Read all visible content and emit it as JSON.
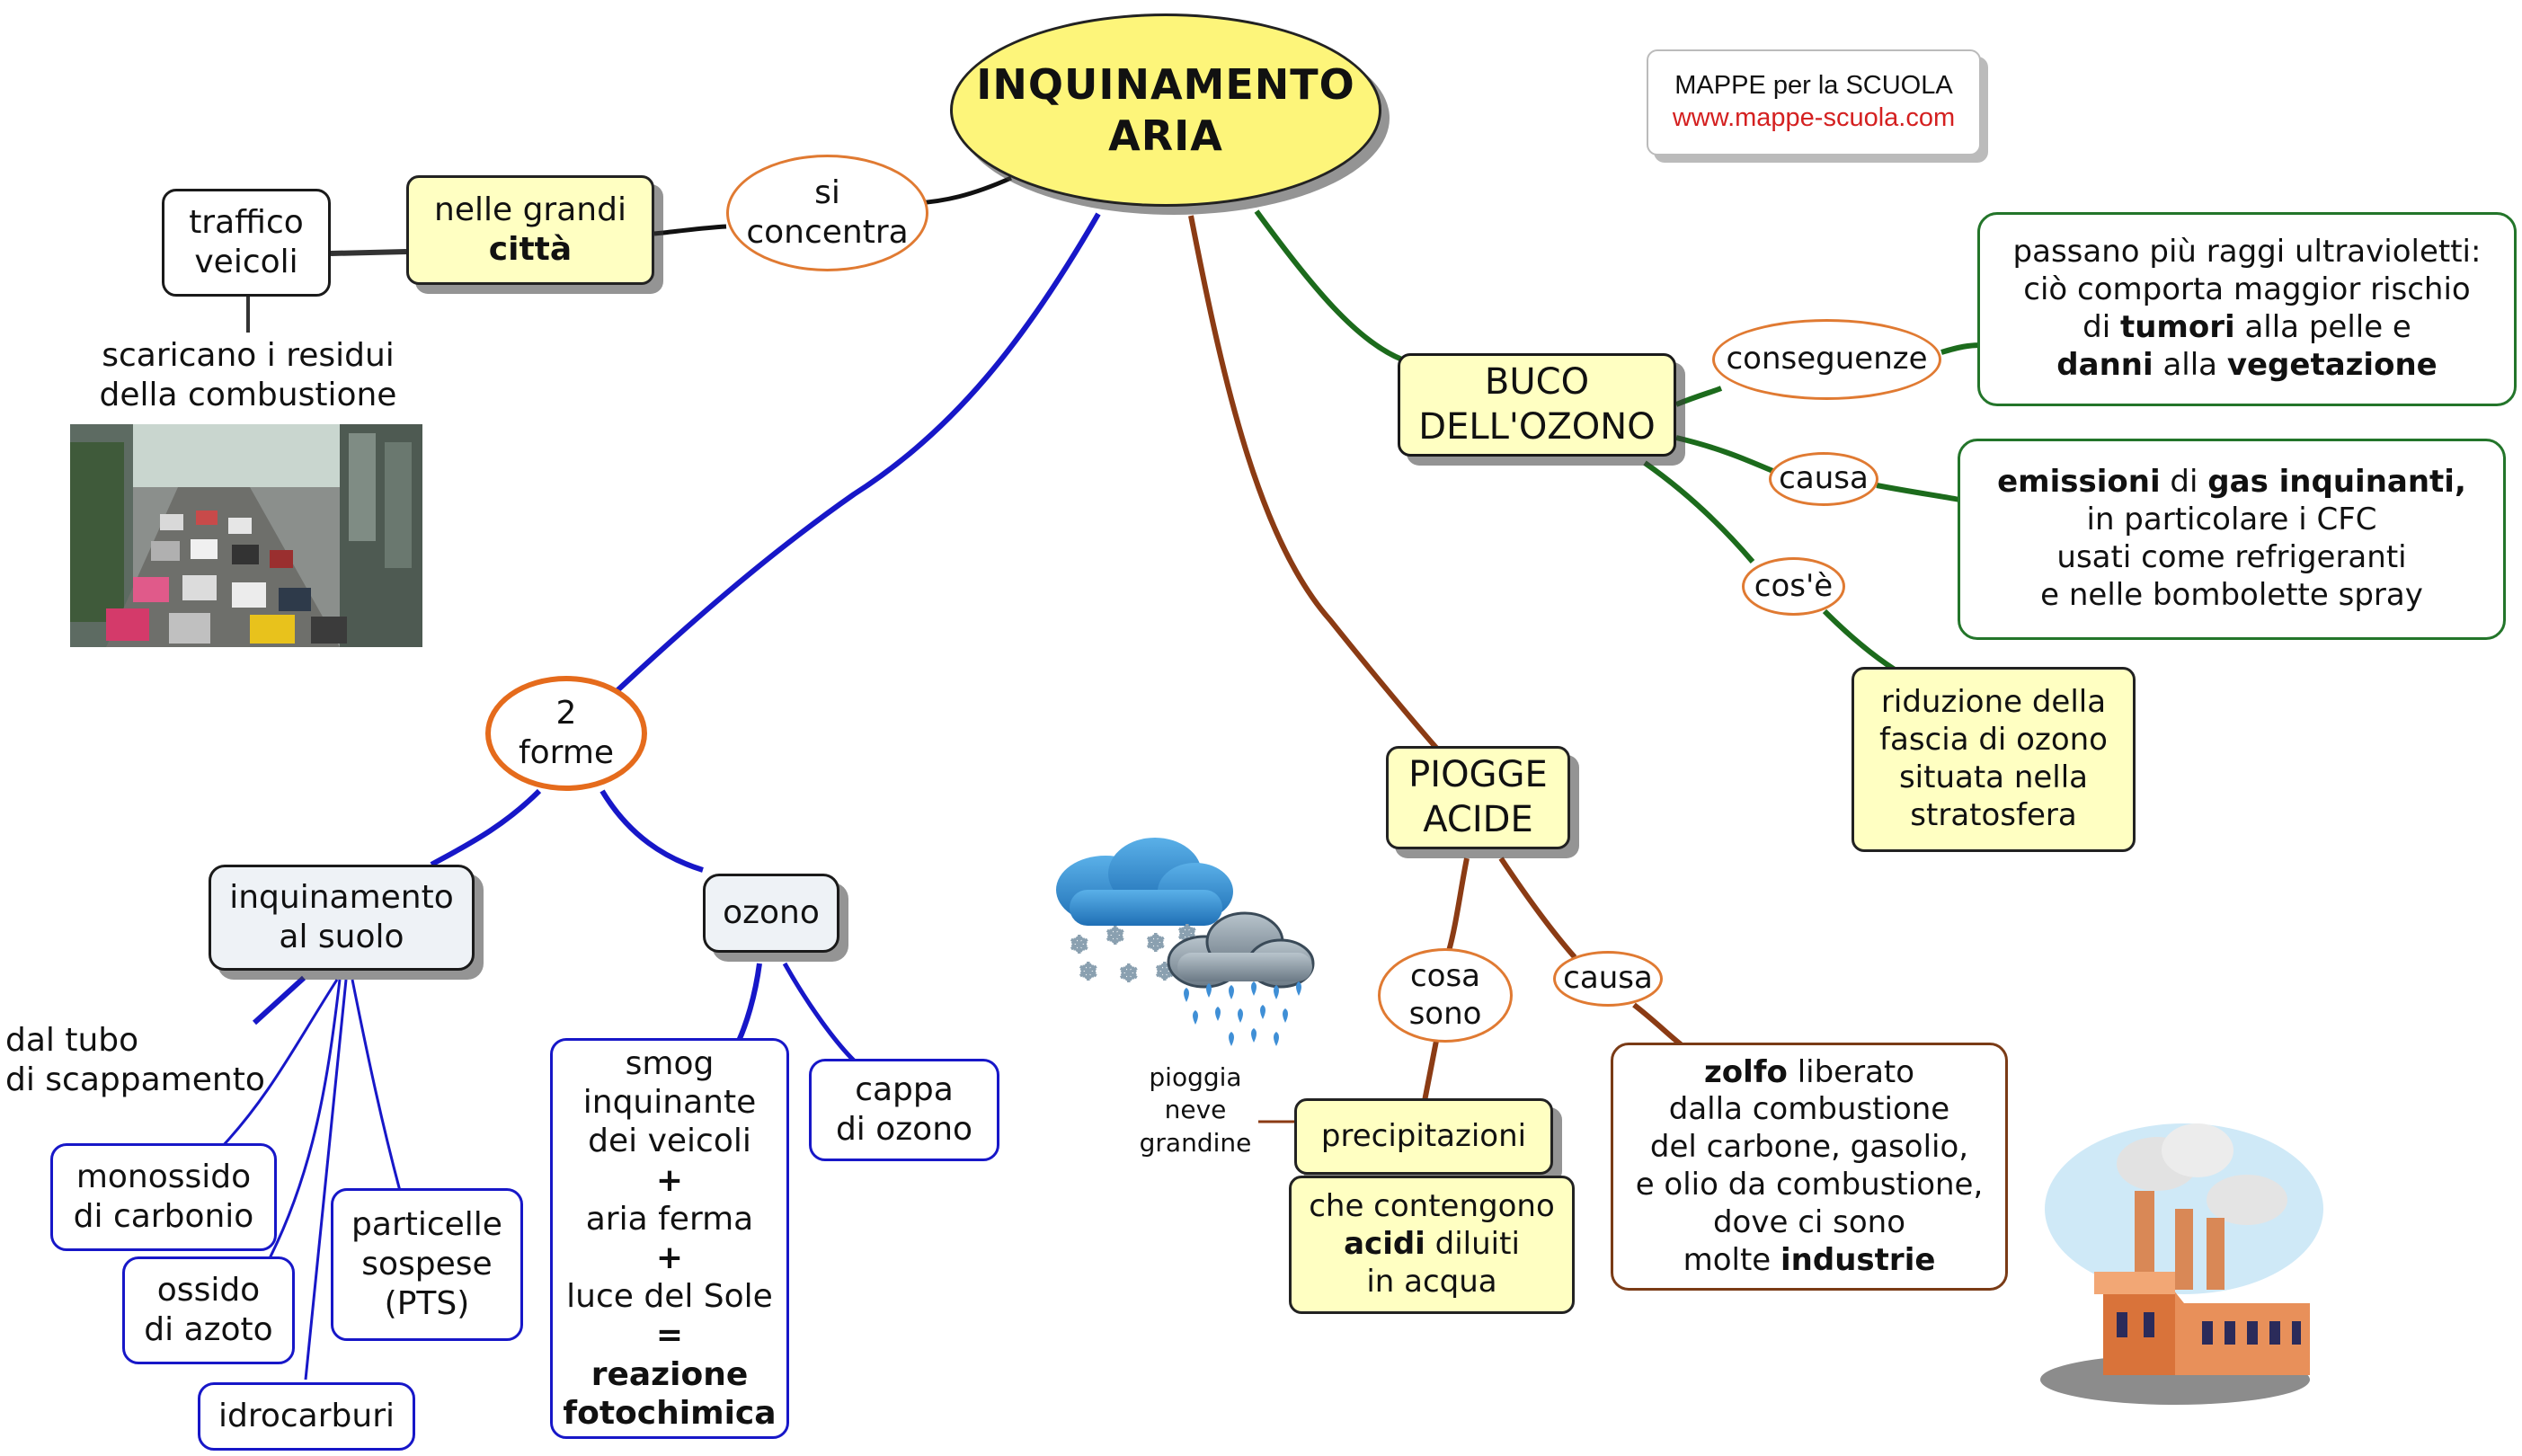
{
  "title": {
    "line1": "INQUINAMENTO",
    "line2": "ARIA"
  },
  "credit": {
    "line1": "MAPPE per la SCUOLA",
    "line2": "www.mappe-scuola.com"
  },
  "colors": {
    "title_fill": "#fdf57a",
    "box_yellow": "#ffffc2",
    "ozone_branch": "#23752a",
    "acid_branch": "#7a3b16",
    "forms_branch": "#1717c8",
    "oval_border": "#e07a32",
    "url_red": "#d42020"
  },
  "city_branch": {
    "link": {
      "line1": "si",
      "line2": "concentra"
    },
    "box": {
      "line1": "nelle grandi",
      "line2": "città"
    },
    "traffic": {
      "line1": "traffico",
      "line2": "veicoli"
    },
    "note": {
      "line1": "scaricano i residui",
      "line2": "della combustione"
    },
    "photo": "traffic-jam-photo"
  },
  "ozone_hole": {
    "title": {
      "line1": "BUCO",
      "line2": "DELL'OZONO"
    },
    "consequences_link": "conseguenze",
    "consequences": {
      "line1": "passano più raggi ultravioletti:",
      "line2": "ciò comporta maggior rischio",
      "line3a": "di ",
      "line3b": "tumori",
      "line3c": " alla pelle e",
      "line4a": "danni",
      "line4b": " alla ",
      "line4c": "vegetazione"
    },
    "cause_link": "causa",
    "cause": {
      "line1a": "emissioni",
      "line1b": " di ",
      "line1c": "gas inquinanti,",
      "line2": "in particolare i CFC",
      "line3": "usati come refrigeranti",
      "line4": "e nelle bombolette spray"
    },
    "whatis_link": "cos'è",
    "whatis": {
      "line1": "riduzione della",
      "line2": "fascia di ozono",
      "line3": "situata nella",
      "line4": "stratosfera"
    }
  },
  "acid_rain": {
    "title": {
      "line1": "PIOGGE",
      "line2": "ACIDE"
    },
    "whatare_link": {
      "line1": "cosa",
      "line2": "sono"
    },
    "precip": "precipitazioni",
    "weather_caption": {
      "line1": "pioggia",
      "line2": "neve",
      "line3": "grandine"
    },
    "acids": {
      "line1": "che contengono",
      "line2a": "acidi",
      "line2b": " diluiti",
      "line3": "in acqua"
    },
    "cause_link": "causa",
    "sulfur": {
      "line1a": "zolfo",
      "line1b": " liberato",
      "line2": "dalla combustione",
      "line3": "del carbone, gasolio,",
      "line4": "e olio da combustione,",
      "line5": "dove ci sono",
      "line6a": "molte ",
      "line6b": "industrie"
    }
  },
  "forms": {
    "link": {
      "line1": "2",
      "line2": "forme"
    },
    "ground": {
      "line1": "inquinamento",
      "line2": "al suolo"
    },
    "exhaust": {
      "line1": "dal tubo",
      "line2": "di scappamento"
    },
    "monoxide": {
      "line1": "monossido",
      "line2": "di carbonio"
    },
    "nitrogen": {
      "line1": "ossido",
      "line2": "di azoto"
    },
    "hydrocarbons": "idrocarburi",
    "particles": {
      "line1": "particelle",
      "line2": "sospese",
      "line3": "(PTS)"
    },
    "ozone": "ozono",
    "smog": {
      "line1": "smog",
      "line2": "inquinante",
      "line3": "dei veicoli",
      "plus1": "+",
      "line4": "aria ferma",
      "plus2": "+",
      "line5": "luce del Sole",
      "equals": "=",
      "line6": "reazione",
      "line7": "fotochimica"
    },
    "cap": {
      "line1": "cappa",
      "line2": "di ozono"
    }
  }
}
